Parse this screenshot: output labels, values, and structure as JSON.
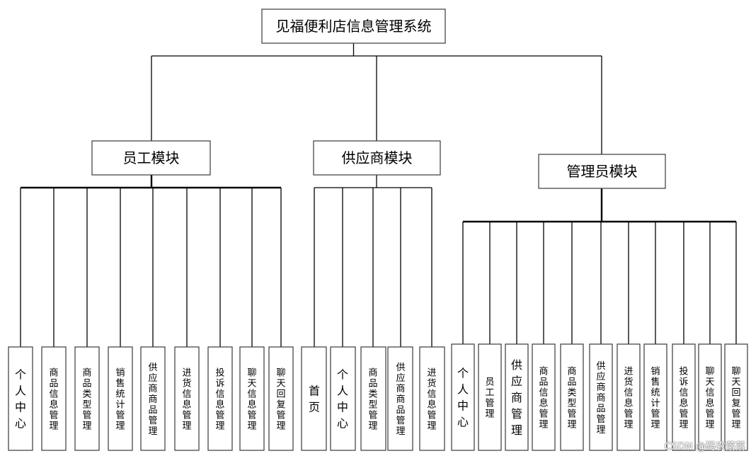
{
  "root": {
    "label": "见福便利店信息管理系统"
  },
  "modules": [
    {
      "label": "员工模块",
      "children": [
        "个人中心",
        "商品信息管理",
        "商品类型管理",
        "销售统计管理",
        "供应商商品管理",
        "进货信息管理",
        "投诉信息管理",
        "聊天信息管理",
        "聊天回复管理"
      ]
    },
    {
      "label": "供应商模块",
      "children": [
        "首页",
        "个人中心",
        "商品类型管理",
        "供应商商品管理",
        "进货信息管理"
      ]
    },
    {
      "label": "管理员模块",
      "children": [
        "个人中心",
        "员工管理",
        "供应商管理",
        "商品信息管理",
        "商品类型管理",
        "供应商商品管理",
        "进货信息管理",
        "销售统计管理",
        "投诉信息管理",
        "聊天信息管理",
        "聊天回复管理"
      ]
    }
  ],
  "watermark": "CSDN @码农落落"
}
